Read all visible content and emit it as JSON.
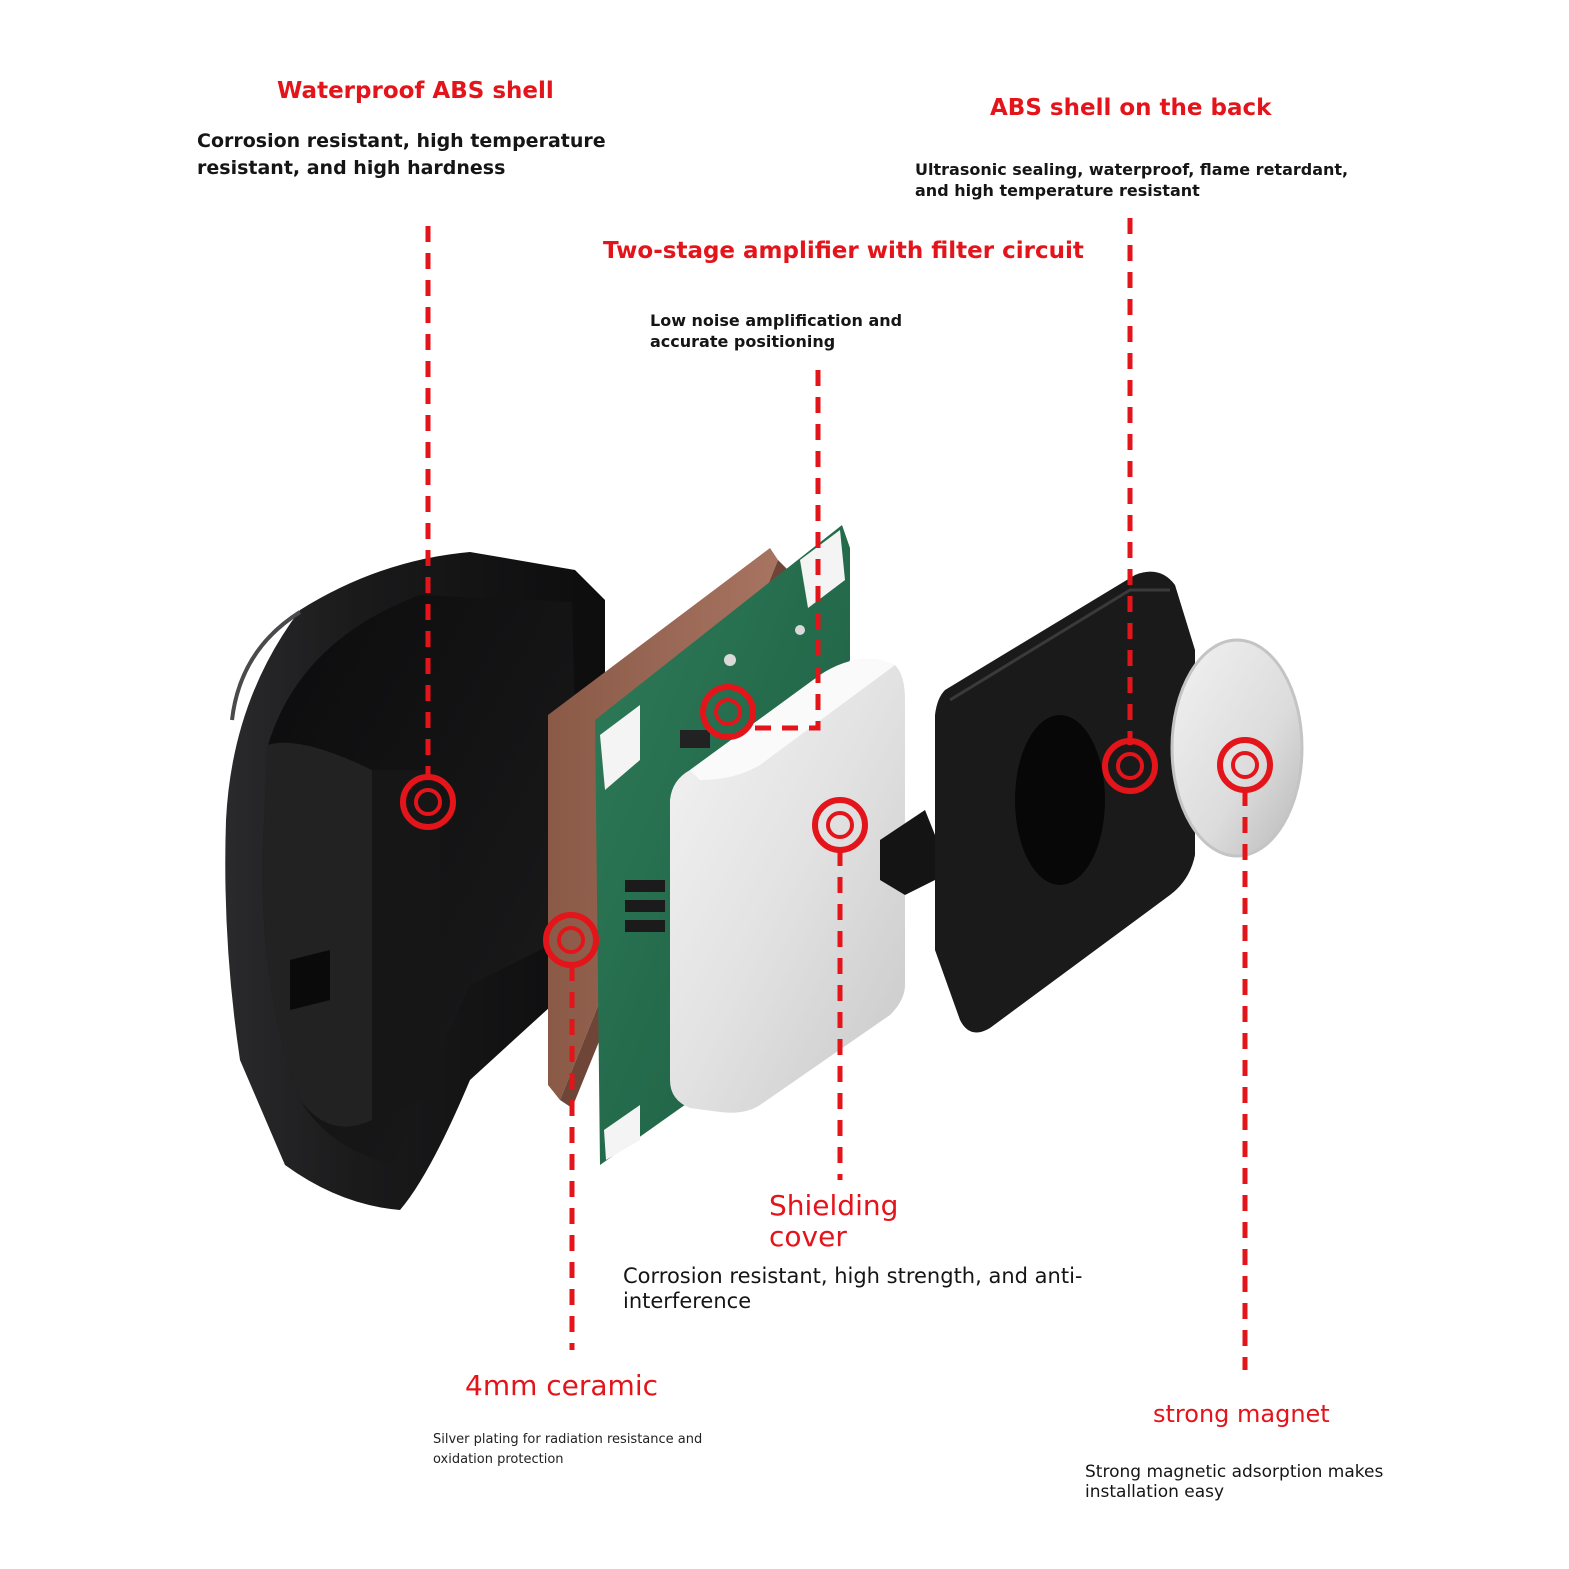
{
  "colors": {
    "accent_red": "#e4141b",
    "text_dark": "#151515",
    "background": "#ffffff"
  },
  "callouts": {
    "waterproof_shell": {
      "title": "Waterproof ABS shell",
      "desc": "Corrosion resistant, high temperature resistant, and high hardness"
    },
    "back_shell": {
      "title": "ABS shell on the back",
      "desc": "Ultrasonic sealing, waterproof, flame retardant, and high temperature resistant"
    },
    "amplifier": {
      "title": "Two-stage amplifier with filter circuit",
      "desc": "Low noise amplification and accurate positioning"
    },
    "shielding": {
      "title": "Shielding cover",
      "desc": "Corrosion resistant, high strength, and anti-interference"
    },
    "ceramic": {
      "title": "4mm ceramic",
      "desc": "Silver plating for radiation resistance and oxidation protection"
    },
    "magnet": {
      "title": "strong magnet",
      "desc": "Strong magnetic adsorption makes installation easy"
    }
  },
  "parts": [
    "front-shell",
    "ceramic-layer",
    "circuit-board",
    "shielding-cover",
    "back-shell",
    "magnet-disc"
  ]
}
